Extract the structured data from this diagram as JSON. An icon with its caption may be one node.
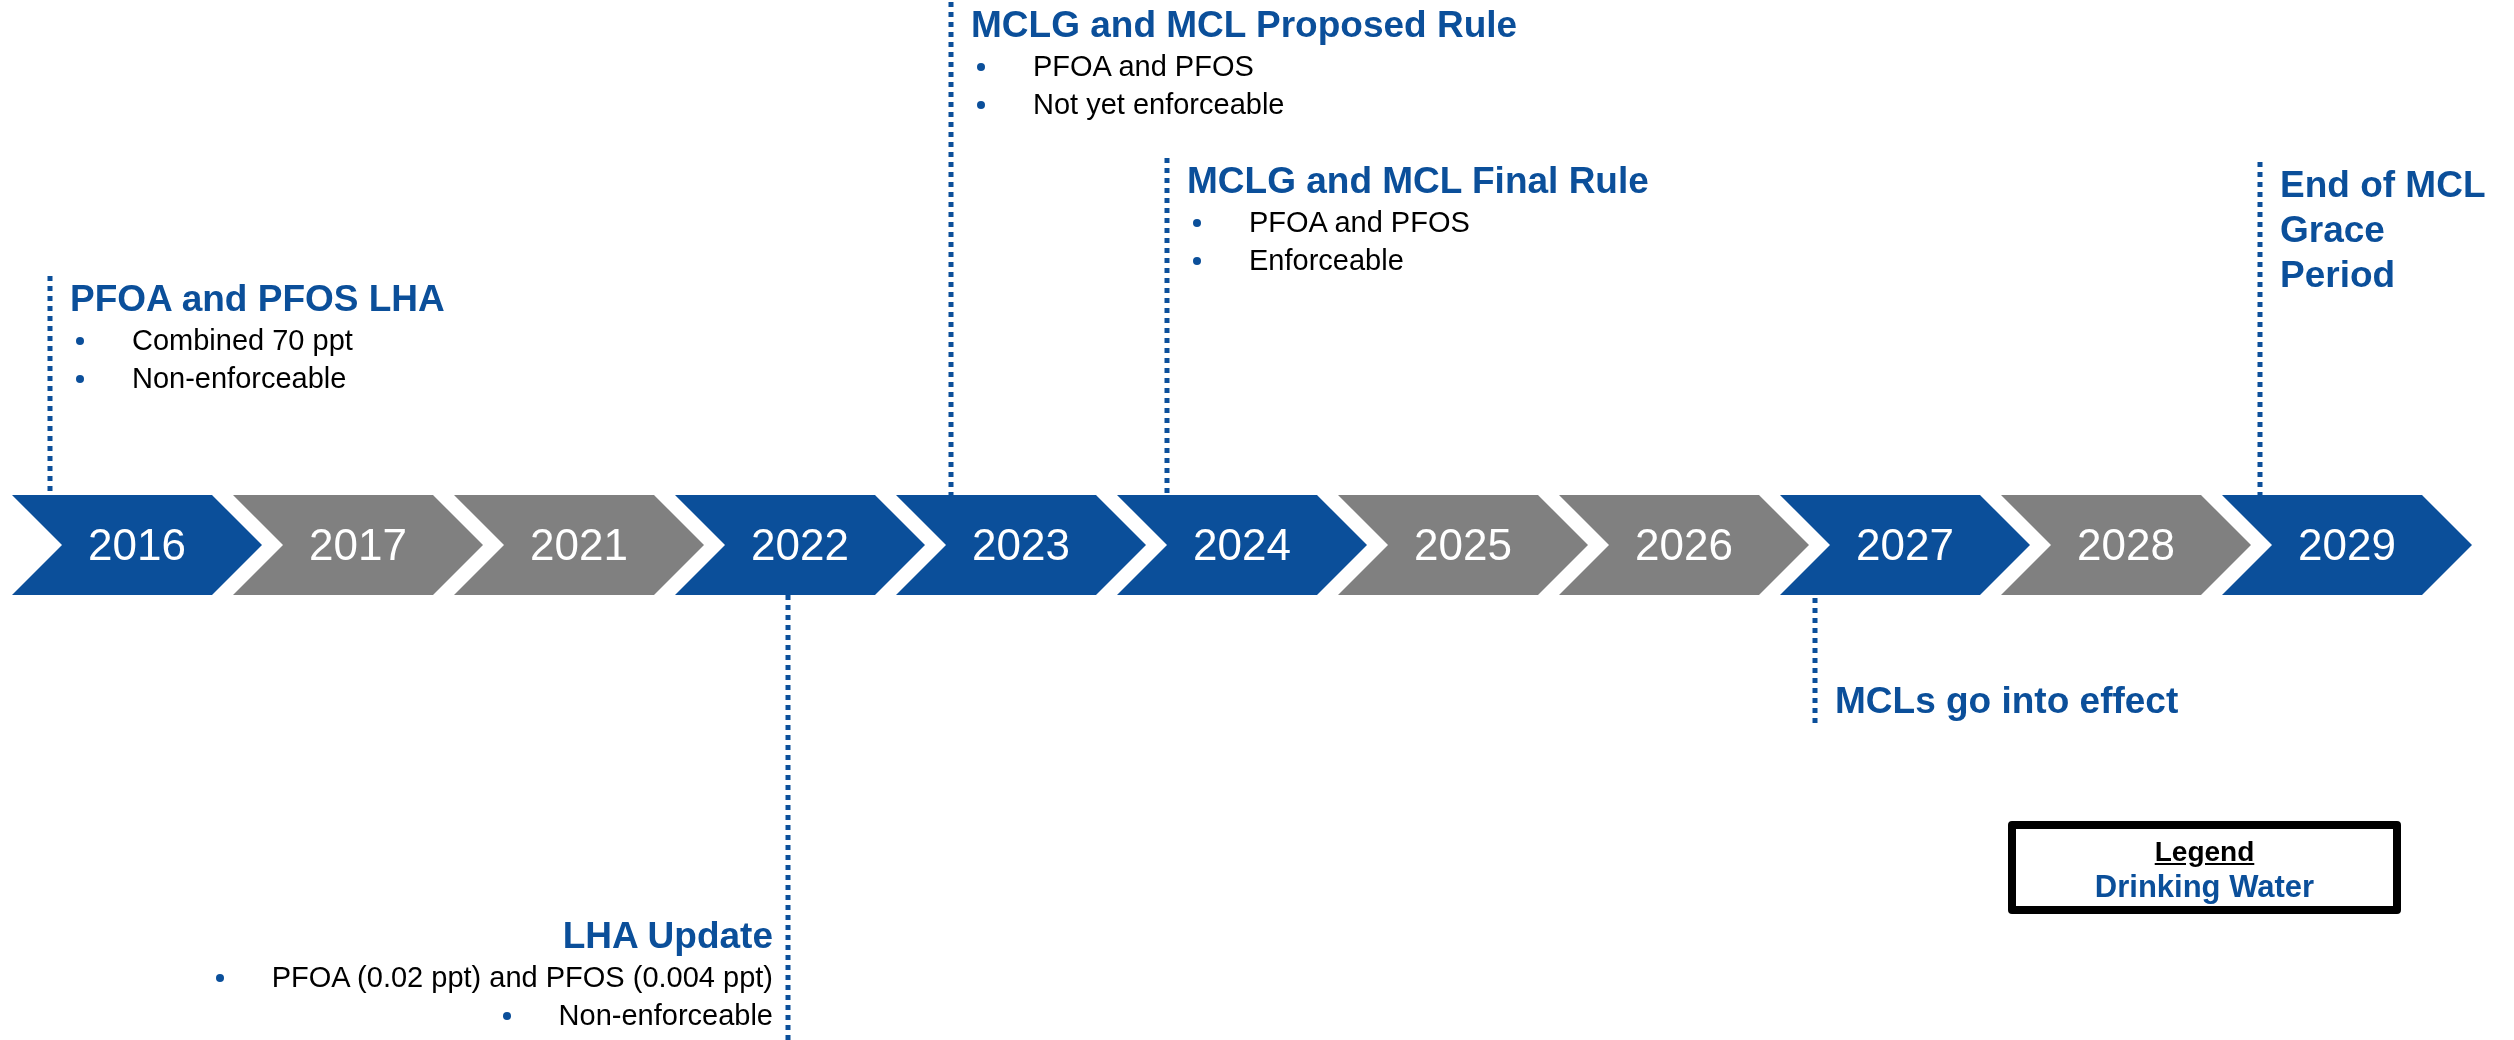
{
  "diagram": {
    "nodes": [
      {
        "text": [
          "2016"
        ]
      },
      {
        "text": [
          "2017"
        ]
      },
      {
        "text": [
          "2021"
        ]
      },
      {
        "text": [
          "2022"
        ]
      },
      {
        "text": [
          "2023"
        ]
      },
      {
        "text": [
          "2024"
        ]
      },
      {
        "text": [
          "2025"
        ]
      },
      {
        "text": [
          "2026"
        ]
      },
      {
        "text": [
          "2027"
        ]
      },
      {
        "text": [
          "2028"
        ]
      },
      {
        "text": [
          "2029"
        ]
      },
      {
        "text": [
          "PFOA and PFOS LHA",
          "Combined 70 ppt",
          "Non-enforceable"
        ]
      },
      {
        "text": [
          "LHA Update",
          "PFOA (0.02 ppt) and PFOS (0.004 ppt)",
          "Non-enforceable"
        ]
      },
      {
        "text": [
          "MCLG and MCL Proposed Rule",
          "PFOA and PFOS",
          "Not yet enforceable"
        ]
      },
      {
        "text": [
          "MCLG and MCL Final Rule",
          "PFOA and PFOS",
          "Enforceable"
        ]
      },
      {
        "text": [
          "MCLs go into effect"
        ]
      },
      {
        "text": [
          "End of MCL Grace Period"
        ]
      }
    ],
    "edges": [
      {
        "from": 11,
        "to": 0,
        "arrow": "none",
        "style": "dashed"
      },
      {
        "from": 12,
        "to": 3,
        "arrow": "none",
        "style": "dashed"
      },
      {
        "from": 13,
        "to": 4,
        "arrow": "none",
        "style": "dashed"
      },
      {
        "from": 14,
        "to": 5,
        "arrow": "none",
        "style": "dashed"
      },
      {
        "from": 15,
        "to": 8,
        "arrow": "none",
        "style": "dashed"
      },
      {
        "from": 16,
        "to": 10,
        "arrow": "none",
        "style": "dashed"
      }
    ],
    "labels": [
      "Legend"
    ],
    "legend": [
      {
        "text": "Drinking Water",
        "color": "#0b4f9a"
      }
    ]
  }
}
